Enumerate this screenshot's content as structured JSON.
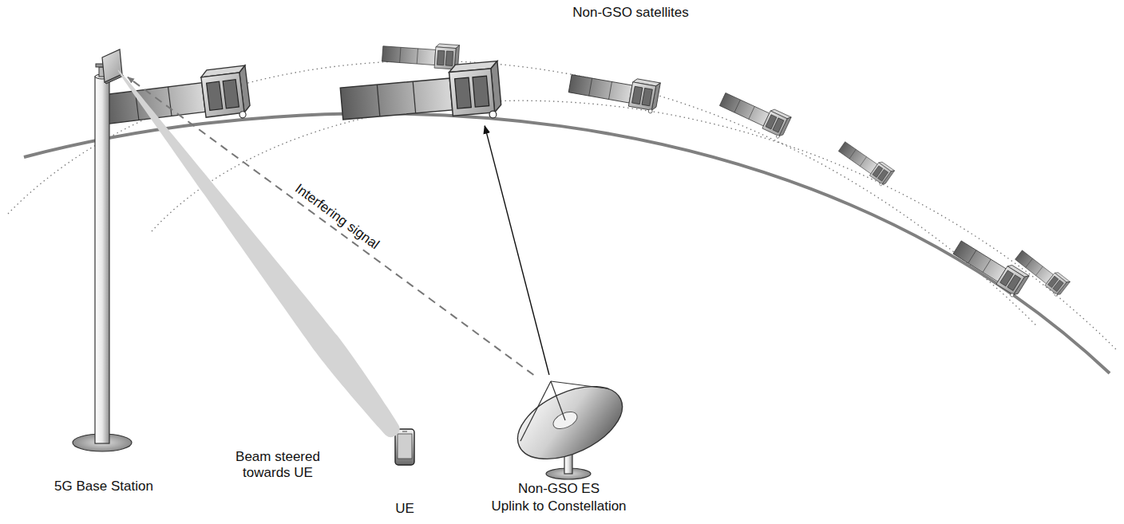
{
  "diagram": {
    "nodes": [
      {
        "text": [
          "5G Base Station"
        ]
      },
      {
        "text": [
          "UE"
        ]
      },
      {
        "text": [
          "Non-GSO ES",
          "Uplink to Constellation"
        ]
      },
      {
        "text": [
          "Non-GSO satellites"
        ]
      }
    ],
    "edges": [
      {
        "from": 0,
        "to": 1,
        "arrow": "none",
        "label": "Beam steered towards UE"
      },
      {
        "from": 2,
        "to": 0,
        "arrow": "to",
        "label": "Interfering signal"
      },
      {
        "from": 2,
        "to": 3,
        "arrow": "to"
      }
    ]
  }
}
